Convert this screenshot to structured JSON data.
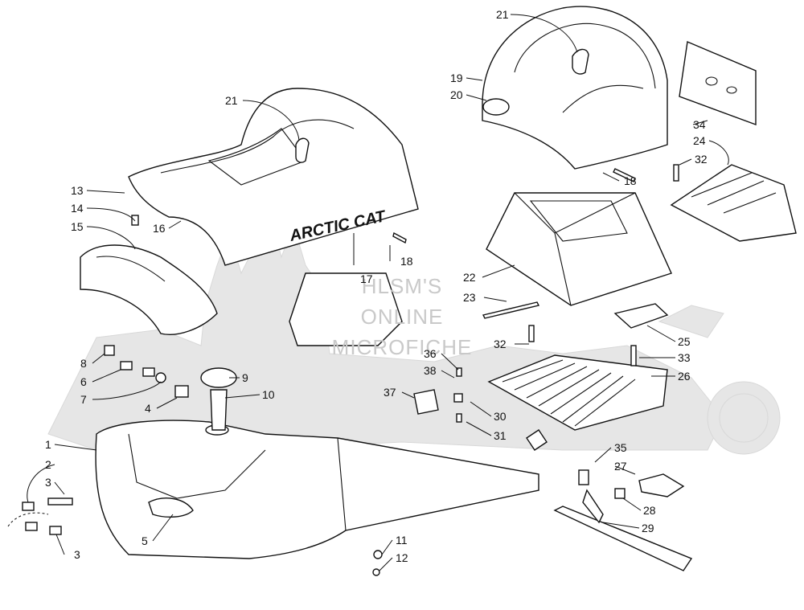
{
  "watermark": {
    "lines": [
      "HLSM'S",
      "ONLINE",
      "MICROFICHE"
    ],
    "color": "#c9c9c9"
  },
  "brand_text": "ARCTIC CAT",
  "callouts": [
    {
      "id": "c21a",
      "label": "21"
    },
    {
      "id": "c21b",
      "label": "21"
    },
    {
      "id": "c19",
      "label": "19"
    },
    {
      "id": "c20",
      "label": "20"
    },
    {
      "id": "c13",
      "label": "13"
    },
    {
      "id": "c14",
      "label": "14"
    },
    {
      "id": "c15",
      "label": "15"
    },
    {
      "id": "c16",
      "label": "16"
    },
    {
      "id": "c18a",
      "label": "18"
    },
    {
      "id": "c18b",
      "label": "18"
    },
    {
      "id": "c17",
      "label": "17"
    },
    {
      "id": "c34",
      "label": "34"
    },
    {
      "id": "c24",
      "label": "24"
    },
    {
      "id": "c32a",
      "label": "32"
    },
    {
      "id": "c32b",
      "label": "32"
    },
    {
      "id": "c22",
      "label": "22"
    },
    {
      "id": "c23",
      "label": "23"
    },
    {
      "id": "c25",
      "label": "25"
    },
    {
      "id": "c33",
      "label": "33"
    },
    {
      "id": "c26",
      "label": "26"
    },
    {
      "id": "c36",
      "label": "36"
    },
    {
      "id": "c38",
      "label": "38"
    },
    {
      "id": "c37",
      "label": "37"
    },
    {
      "id": "c30",
      "label": "30"
    },
    {
      "id": "c31",
      "label": "31"
    },
    {
      "id": "c35",
      "label": "35"
    },
    {
      "id": "c27",
      "label": "27"
    },
    {
      "id": "c28",
      "label": "28"
    },
    {
      "id": "c29",
      "label": "29"
    },
    {
      "id": "c8",
      "label": "8"
    },
    {
      "id": "c6",
      "label": "6"
    },
    {
      "id": "c7",
      "label": "7"
    },
    {
      "id": "c4",
      "label": "4"
    },
    {
      "id": "c9",
      "label": "9"
    },
    {
      "id": "c10",
      "label": "10"
    },
    {
      "id": "c1",
      "label": "1"
    },
    {
      "id": "c2",
      "label": "2"
    },
    {
      "id": "c3a",
      "label": "3"
    },
    {
      "id": "c3b",
      "label": "3"
    },
    {
      "id": "c5",
      "label": "5"
    },
    {
      "id": "c11",
      "label": "11"
    },
    {
      "id": "c12",
      "label": "12"
    }
  ]
}
